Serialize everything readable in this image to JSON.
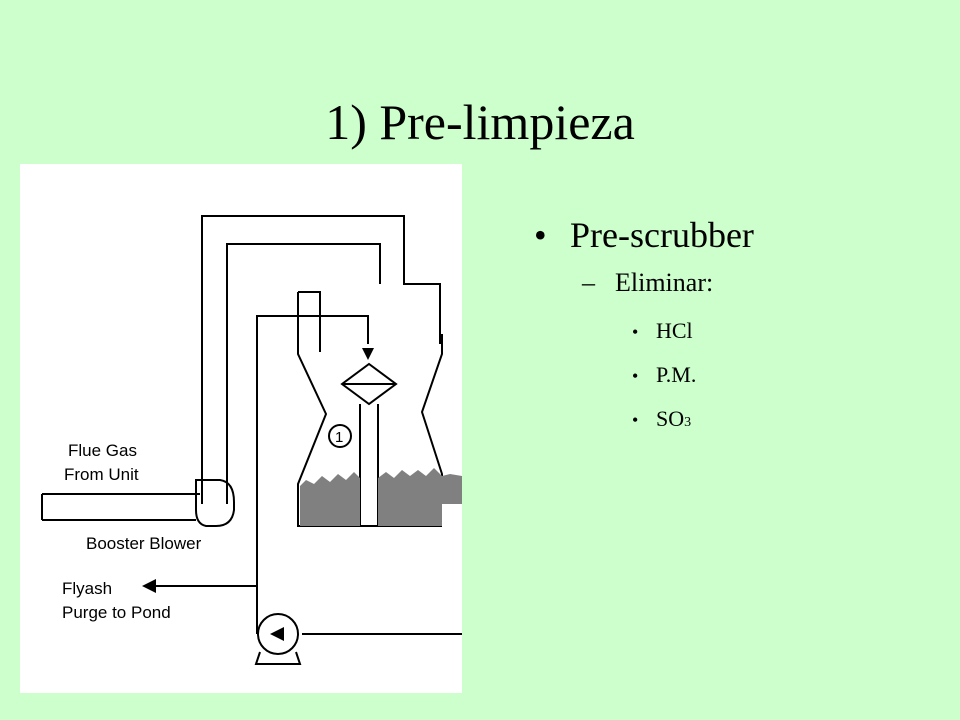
{
  "slide": {
    "title": "1) Pre-limpieza"
  },
  "diagram": {
    "labels": {
      "flue_gas_line1": "Flue Gas",
      "flue_gas_line2": "From Unit",
      "booster_blower": "Booster Blower",
      "flyash_line1": "Flyash",
      "flyash_line2": "Purge to Pond",
      "stage_number": "1"
    }
  },
  "bullets": {
    "main": "Pre-scrubber",
    "sub": "Eliminar:",
    "items": [
      {
        "text": "HCl",
        "subscript": ""
      },
      {
        "text": "P.M.",
        "subscript": ""
      },
      {
        "text": "SO",
        "subscript": "3"
      }
    ]
  },
  "colors": {
    "background": "#ccffcc",
    "figure_background": "#ffffff",
    "slurry": "#808080"
  }
}
